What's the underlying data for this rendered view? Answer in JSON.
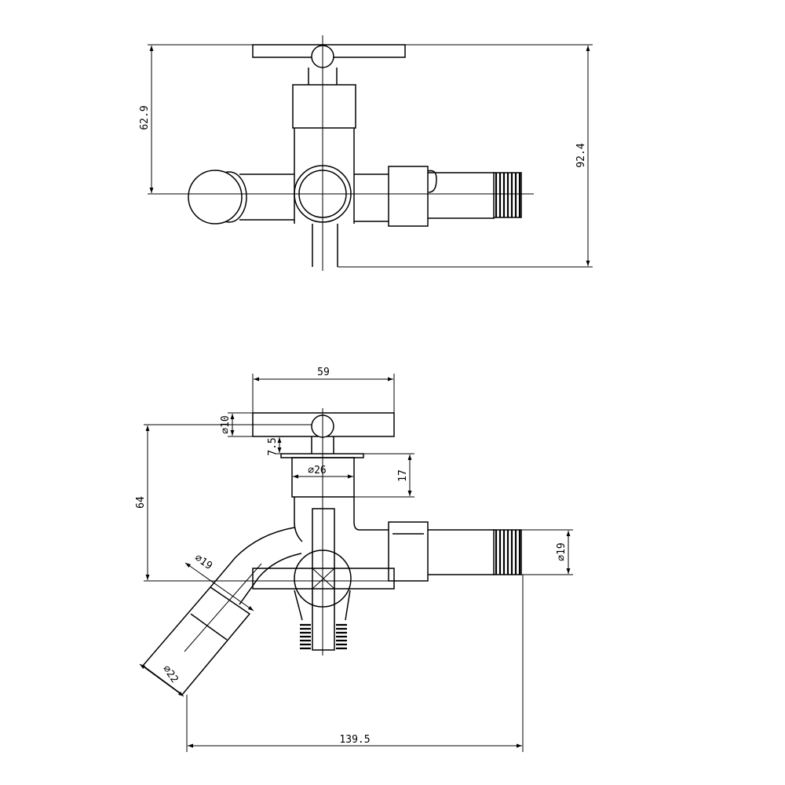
{
  "top_view": {
    "dimensions": {
      "height_to_axis": "62.9",
      "total_height": "92.4"
    }
  },
  "front_view": {
    "dimensions": {
      "handle_width": "59",
      "handle_diameter": "∅10",
      "collar_height": "7.5",
      "body_diameter": "∅26",
      "body_height": "17",
      "height_to_axis": "64",
      "outlet_pipe_diameter": "∅19",
      "outlet_tip_diameter": "∅22",
      "inlet_diameter": "∅19",
      "total_length": "139.5"
    }
  }
}
